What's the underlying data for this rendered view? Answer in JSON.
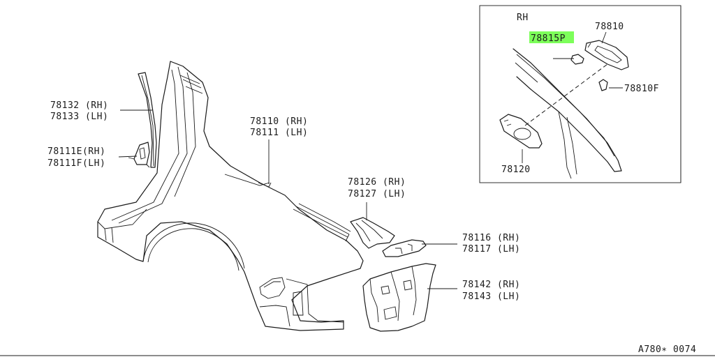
{
  "colors": {
    "line": "#1a1a1a",
    "highlight": "#7dff5a",
    "background": "#ffffff"
  },
  "inset": {
    "side": "RH"
  },
  "labels": {
    "l78132": "78132 (RH)",
    "l78133": "78133 (LH)",
    "l78111E": "78111E(RH)",
    "l78111F": "78111F(LH)",
    "l78110": "78110 (RH)",
    "l78111": "78111 (LH)",
    "l78126": "78126 (RH)",
    "l78127": "78127 (LH)",
    "l78116": "78116 (RH)",
    "l78117": "78117 (LH)",
    "l78142": "78142 (RH)",
    "l78143": "78143 (LH)",
    "l78815P": "78815P",
    "l78810": "78810",
    "l78810F": "78810F",
    "l78120": "78120"
  },
  "diagram_code": "A780∗ 0074"
}
